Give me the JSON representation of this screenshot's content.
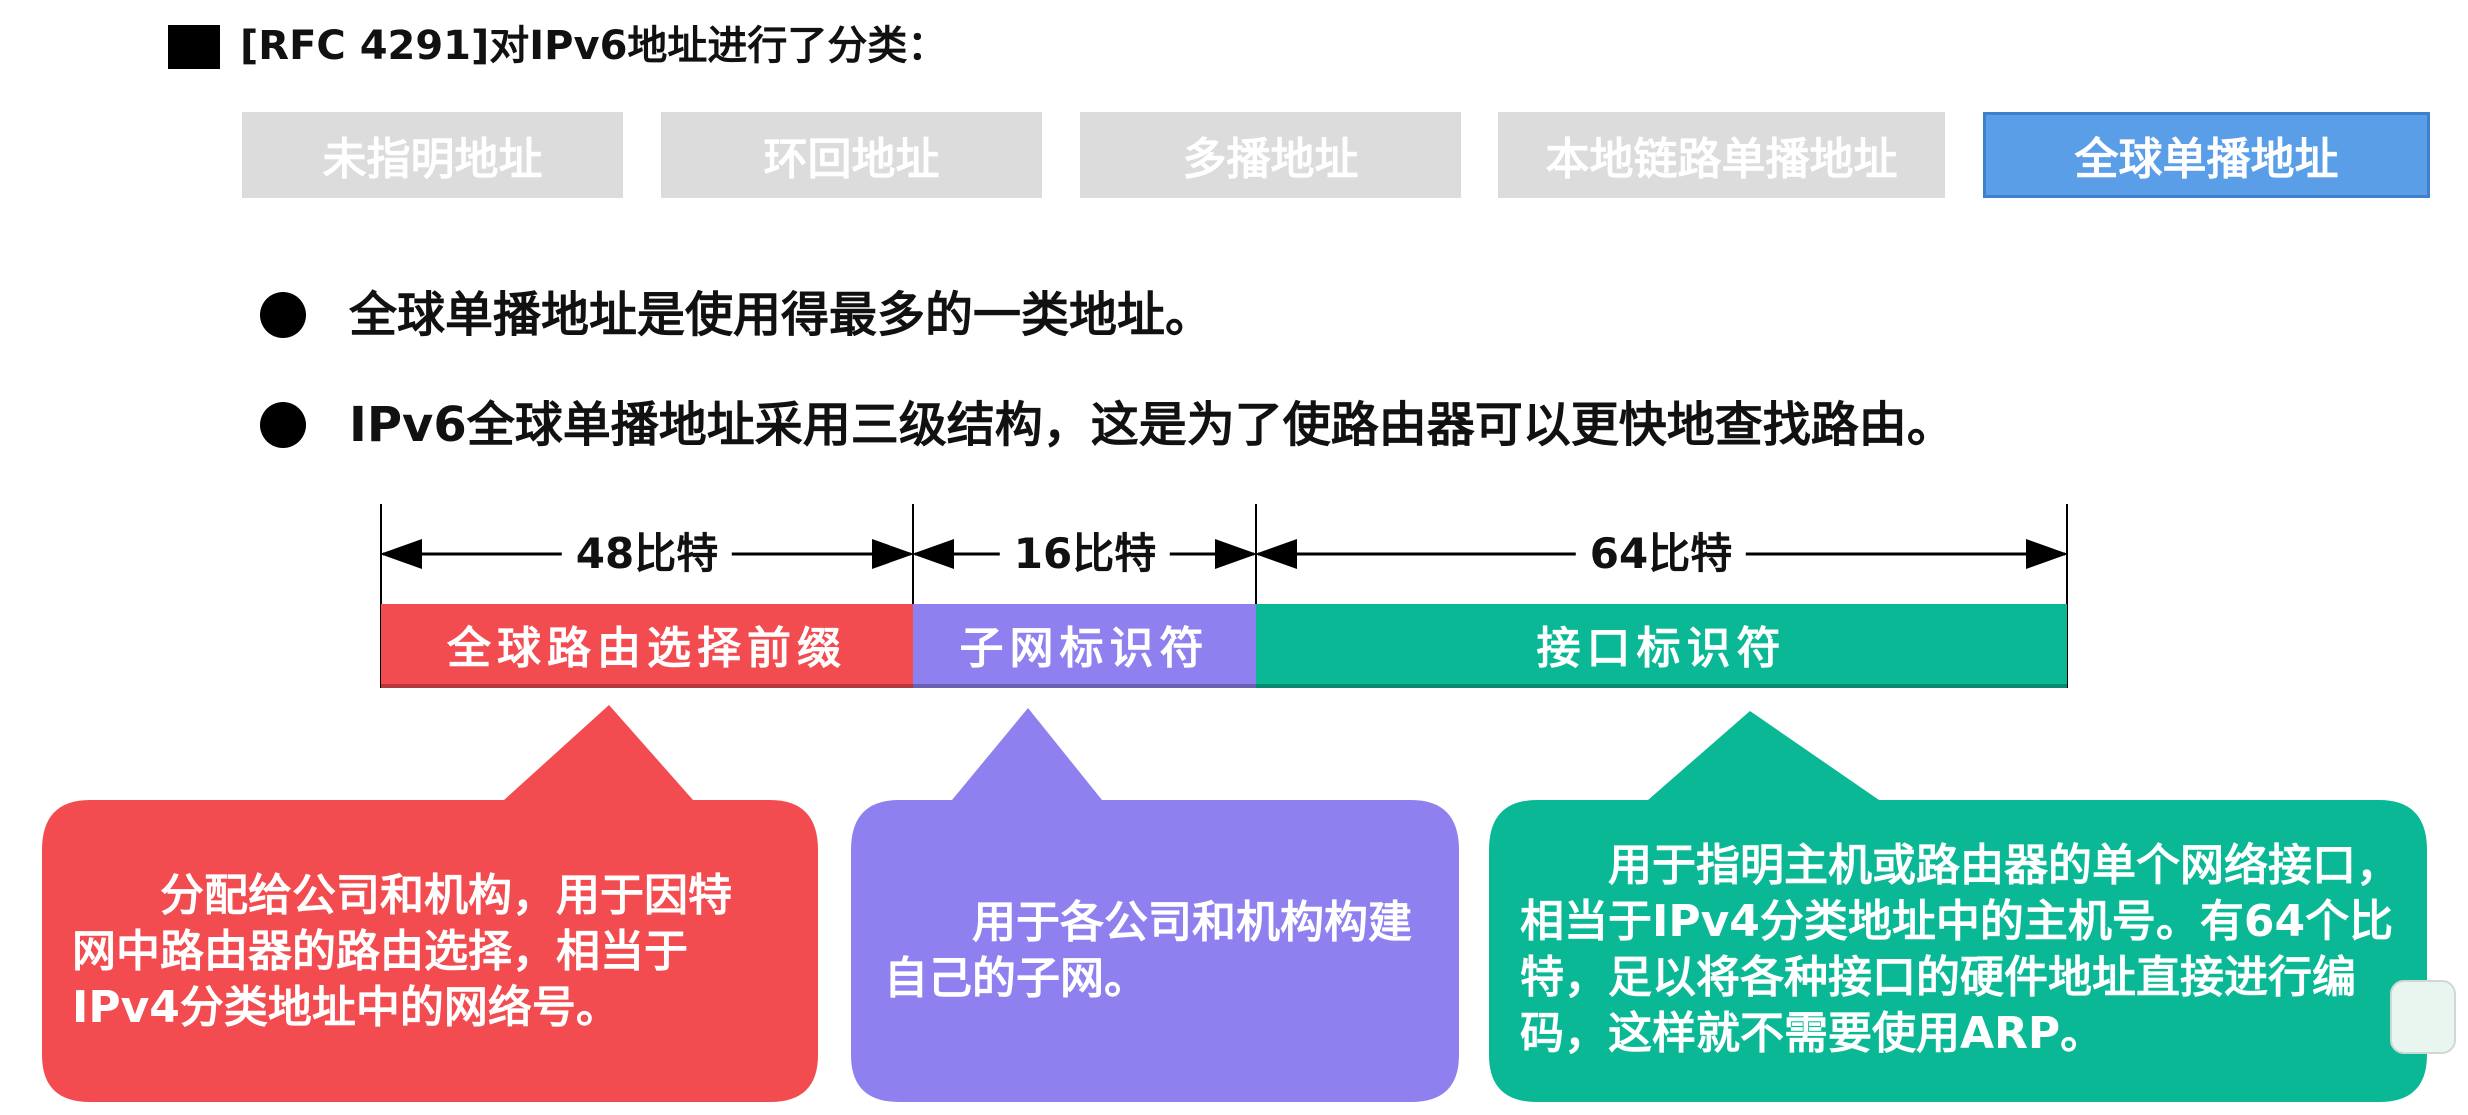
{
  "header": {
    "title": "[RFC 4291]对IPv6地址进行了分类："
  },
  "tabs": [
    {
      "label": "未指明地址",
      "active": false
    },
    {
      "label": "环回地址",
      "active": false
    },
    {
      "label": "多播地址",
      "active": false
    },
    {
      "label": "本地链路单播地址",
      "active": false
    },
    {
      "label": "全球单播地址",
      "active": true
    }
  ],
  "bullets": [
    "全球单播地址是使用得最多的一类地址。",
    "IPv6全球单播地址采用三级结构，这是为了使路由器可以更快地查找路由。"
  ],
  "structure": {
    "dimensions": [
      "48比特",
      "16比特",
      "64比特"
    ],
    "segments": [
      "全球路由选择前缀",
      "子网标识符",
      "接口标识符"
    ],
    "colors": [
      "#f24b50",
      "#8e80ee",
      "#0ab896"
    ]
  },
  "callouts": [
    "　　分配给公司和机构，用于因特网中路由器的路由选择，相当于IPv4分类地址中的网络号。",
    "　　用于各公司和机构构建自己的子网。",
    "　　用于指明主机或路由器的单个网络接口，相当于IPv4分类地址中的主机号。有64个比特，足以将各种接口的硬件地址直接进行编码，这样就不需要使用ARP。"
  ]
}
